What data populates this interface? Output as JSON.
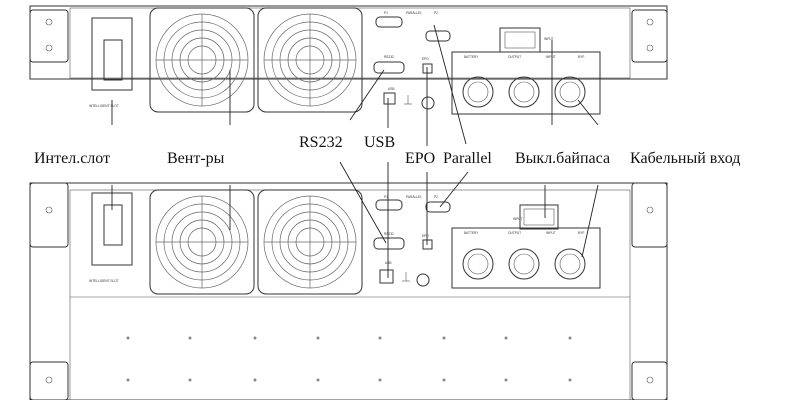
{
  "labels": {
    "intel_slot": "Интел.слот",
    "fans": "Вент-ры",
    "rs232": "RS232",
    "usb": "USB",
    "epo": "EPO",
    "parallel": "Parallel",
    "bypass": "Выкл.байпаса",
    "cable_input": "Кабельный вход"
  },
  "panel_text": {
    "intelligent_slot": "INTELLIGENT SLOT",
    "p1": "P1",
    "parallel": "PARALLEL",
    "p2": "P2",
    "rs232": "RS232",
    "usb": "USB",
    "epo": "EPO",
    "input": "INPUT",
    "battery": "BATTERY",
    "output": "OUTPUT",
    "input_term": "INPUT",
    "bypass_term": "BYP"
  }
}
